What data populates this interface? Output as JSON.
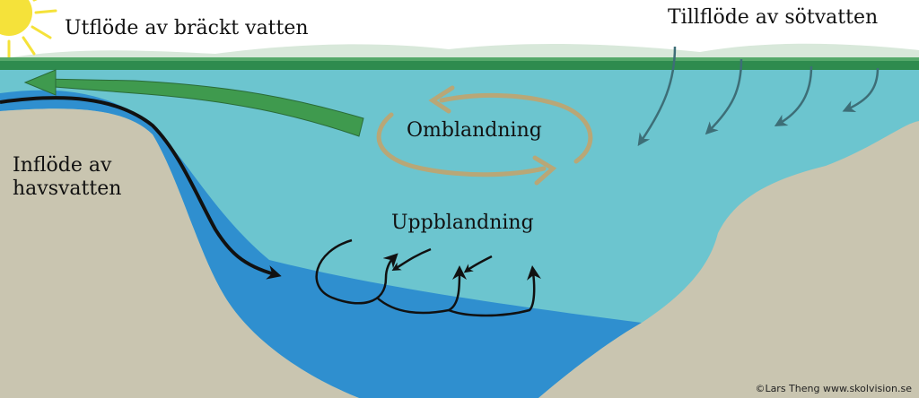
{
  "labels": {
    "outflow": "Utflöde av bräckt vatten",
    "freshwater": "Tillflöde av sötvatten",
    "mixing": "Omblandning",
    "inflow": "Inflöde av\nhavsvatten",
    "upwelling": "Uppblandning"
  },
  "credit": "©Lars Theng   www.skolvision.se",
  "colors": {
    "sky": "#ffffff",
    "horizon": "#d8e8da",
    "shoreline": "#2e8b4e",
    "surface_water": "#6cc5cf",
    "deep_water": "#2f8fcf",
    "seabed": "#c9c5b0",
    "sun": "#f5e23a",
    "outflow_arrow": "#3f9a4e",
    "mixing_arrow": "#b8a777",
    "freshwater_arrows": "#3d6e77",
    "current_arrows": "#111111"
  },
  "icons": [
    "sun-icon"
  ]
}
